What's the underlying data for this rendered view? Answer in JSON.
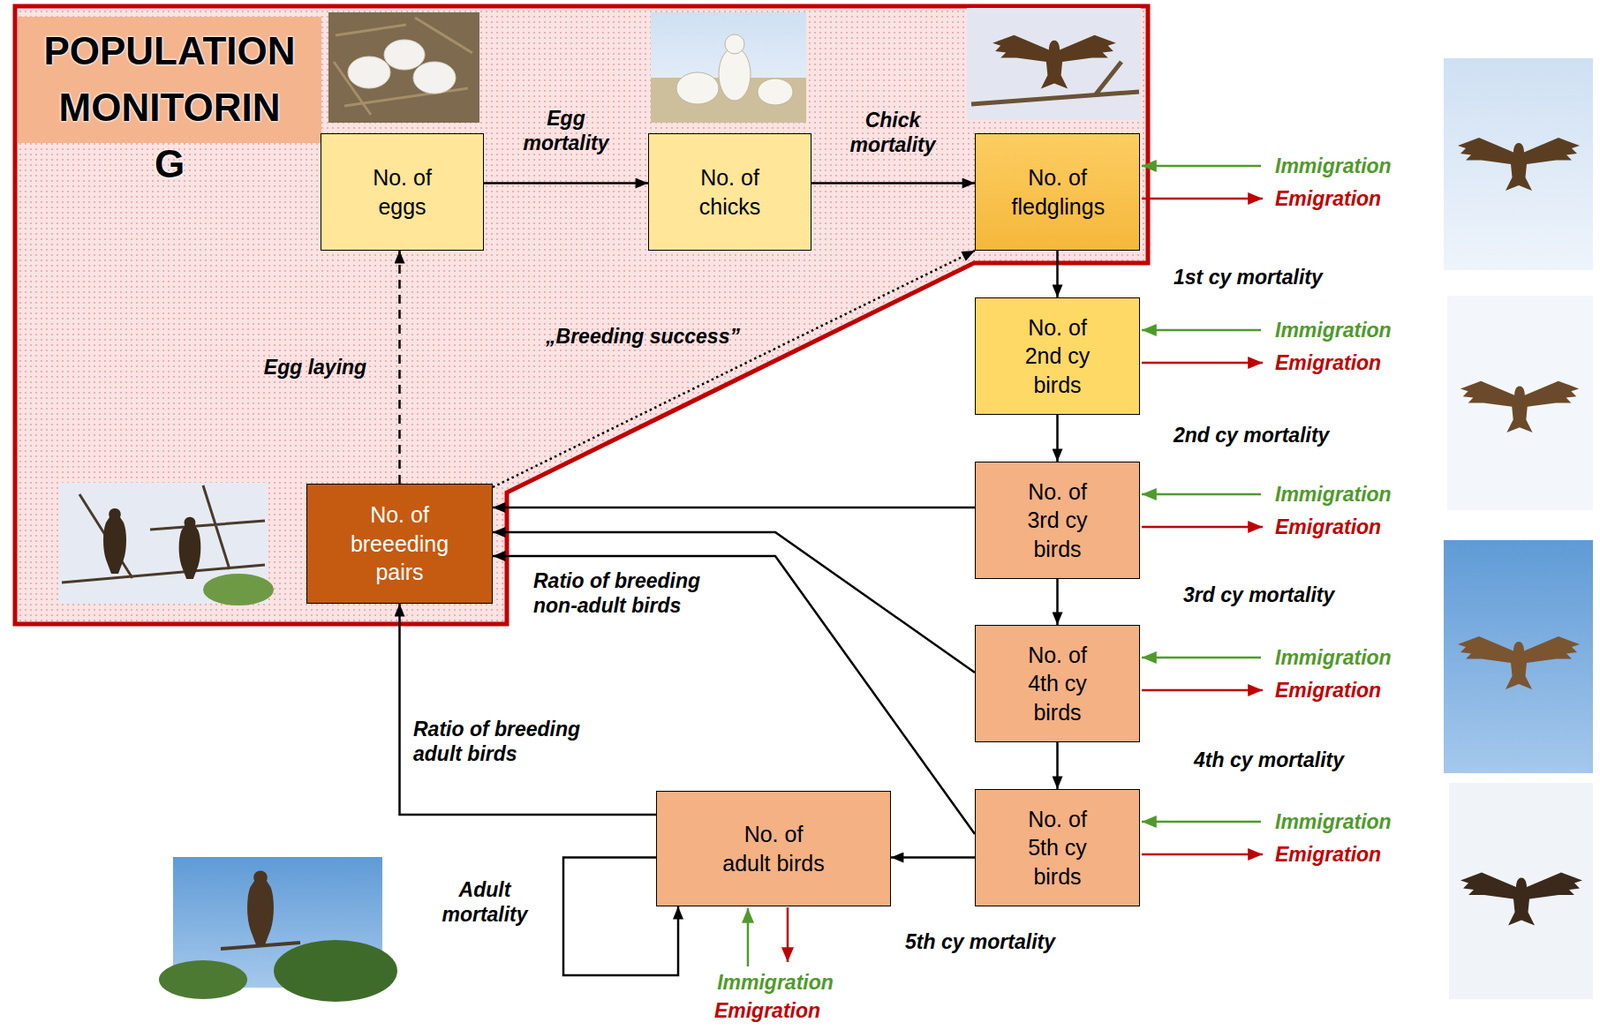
{
  "diagram": {
    "nodes": [
      {
        "text": [
          "POPULATION MONITORIN G"
        ]
      },
      {
        "text": [
          "No. of eggs"
        ],
        "in": 0
      },
      {
        "text": [
          "No. of chicks"
        ],
        "in": 0
      },
      {
        "text": [
          "No. of fledglings"
        ],
        "in": 0
      },
      {
        "text": [
          "No. of 2nd cy birds"
        ]
      },
      {
        "text": [
          "No. of breeeding pairs"
        ],
        "in": 0
      },
      {
        "text": [
          "No. of 3rd cy birds"
        ]
      },
      {
        "text": [
          "No. of 4th cy birds"
        ]
      },
      {
        "text": [
          "No. of 5th cy birds"
        ]
      },
      {
        "text": [
          "No. of adult birds"
        ]
      }
    ],
    "edges": [
      {
        "from": 1,
        "to": 2,
        "arrow": "to",
        "label": "Egg mortality"
      },
      {
        "from": 2,
        "to": 3,
        "arrow": "to",
        "label": "Chick mortality"
      },
      {
        "from": 3,
        "to": 4,
        "arrow": "to",
        "label": "1st cy mortality"
      },
      {
        "from": 4,
        "to": 6,
        "arrow": "to",
        "label": "2nd cy mortality"
      },
      {
        "from": 6,
        "to": 7,
        "arrow": "to",
        "label": "3rd cy mortality"
      },
      {
        "from": 7,
        "to": 8,
        "arrow": "to",
        "label": "4th cy mortality"
      },
      {
        "from": 8,
        "to": 9,
        "arrow": "to",
        "label": "5th cy mortality"
      },
      {
        "from": 9,
        "to": 9,
        "arrow": "to",
        "label": "Adult mortality"
      },
      {
        "from": 5,
        "to": 1,
        "arrow": "to",
        "label": "Egg laying"
      },
      {
        "from": 5,
        "to": 3,
        "arrow": "to",
        "label": "„Breeding success”"
      },
      {
        "from": 6,
        "to": 5,
        "arrow": "to",
        "label": "Ratio of breeding non-adult birds"
      },
      {
        "from": 7,
        "to": 5,
        "arrow": "to"
      },
      {
        "from": 8,
        "to": 5,
        "arrow": "to"
      },
      {
        "from": 9,
        "to": 5,
        "arrow": "to",
        "label": "Ratio of breeding adult birds"
      }
    ],
    "labels": [
      "Immigration",
      "Emigration",
      "Immigration",
      "Emigration",
      "Immigration",
      "Emigration",
      "Immigration",
      "Emigration",
      "Immigration",
      "Emigration",
      "Immigration",
      "Emigration"
    ]
  }
}
